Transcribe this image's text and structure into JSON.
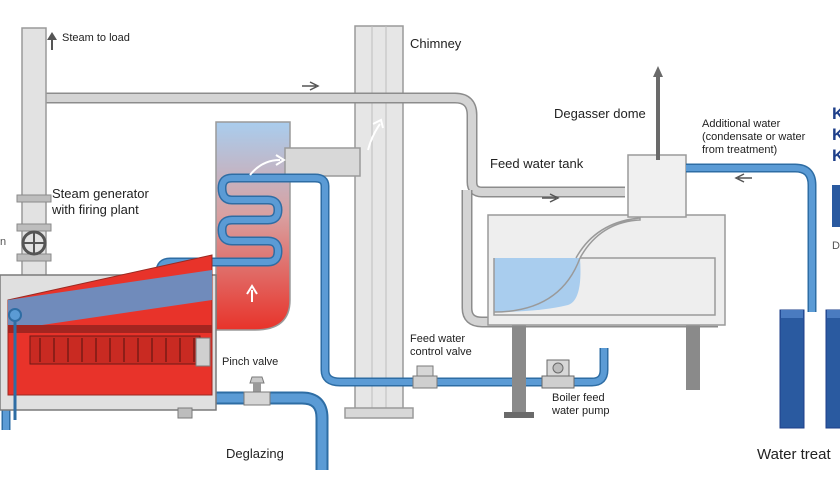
{
  "labels": {
    "steam_to_load": "Steam to load",
    "chimney": "Chimney",
    "degasser_dome": "Degasser dome",
    "additional_water_l1": "Additional water",
    "additional_water_l2": "(condensate or water",
    "additional_water_l3": "from treatment)",
    "feed_water_tank": "Feed water tank",
    "steam_generator_l1": "Steam generator",
    "steam_generator_l2": "with firing plant",
    "feed_water_control_valve_l1": "Feed water",
    "feed_water_control_valve_l2": "control valve",
    "pinch_valve": "Pinch valve",
    "boiler_feed_pump_l1": "Boiler feed",
    "boiler_feed_pump_l2": "water pump",
    "deglazing": "Deglazing",
    "water_treatment_partial": "Water treat",
    "edge_k1": "K",
    "edge_k2": "K",
    "edge_k3": "K",
    "edge_d": "D",
    "edge_left_n": "n"
  },
  "colors": {
    "water_pipe": "#5b9bd5",
    "water_pipe_edge": "#2e6da4",
    "steam_pipe": "#c9c9c9",
    "steam_pipe_edge": "#8c8c8c",
    "hot_red": "#e8332a",
    "tank_water": "#a9cdee",
    "structure_grey": "#dcdcdc",
    "cylinder_blue": "#2a5aa0",
    "accent_navy": "#1e3f8a"
  }
}
